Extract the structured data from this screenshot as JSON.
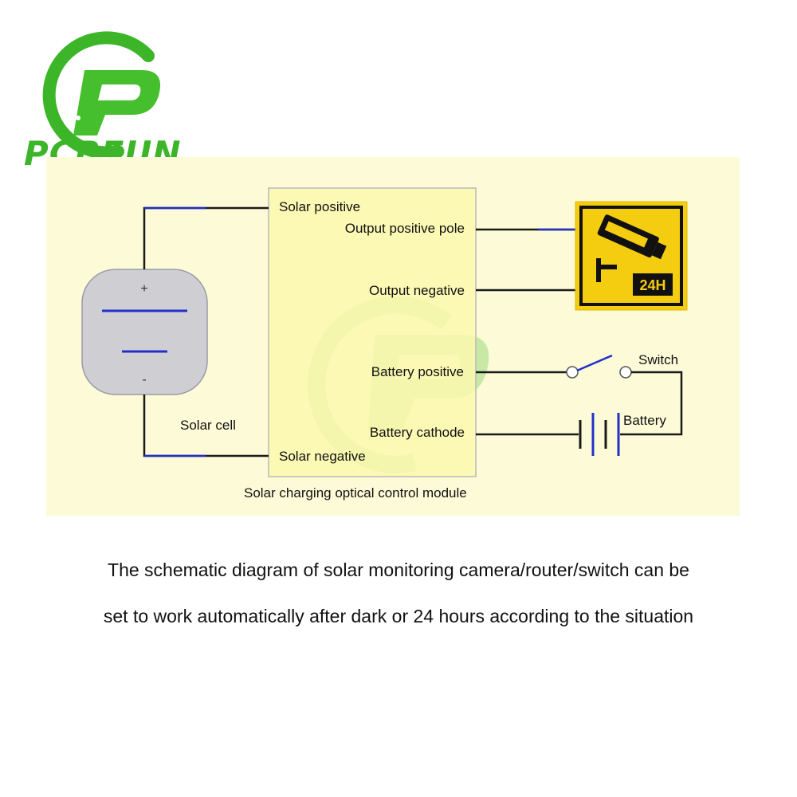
{
  "brand": {
    "name": "PCBFUN",
    "color": "#3cb529"
  },
  "diagram": {
    "module_labels": {
      "solar_positive": "Solar positive",
      "output_positive_pole": "Output positive pole",
      "output_negative": "Output negative",
      "battery_positive": "Battery positive",
      "battery_cathode": "Battery cathode",
      "solar_negative": "Solar negative"
    },
    "module_title": "Solar charging optical control module",
    "solar_cell": {
      "label": "Solar cell",
      "plus": "+",
      "minus": "-"
    },
    "switch_label": "Switch",
    "battery_label": "Battery",
    "camera_badge": "24H",
    "colors": {
      "panel_bg": "#fdfbd7",
      "module_fill": "#fbf8ae",
      "wire": "#1a1a1a",
      "wire_blue": "#2230c8",
      "sign_yellow": "#f4cc10",
      "cell_gray": "#cfcfd3"
    }
  },
  "caption": {
    "line1": "The schematic diagram of solar monitoring camera/router/switch can be",
    "line2": "set to work automatically after dark or 24 hours according to the situation"
  }
}
